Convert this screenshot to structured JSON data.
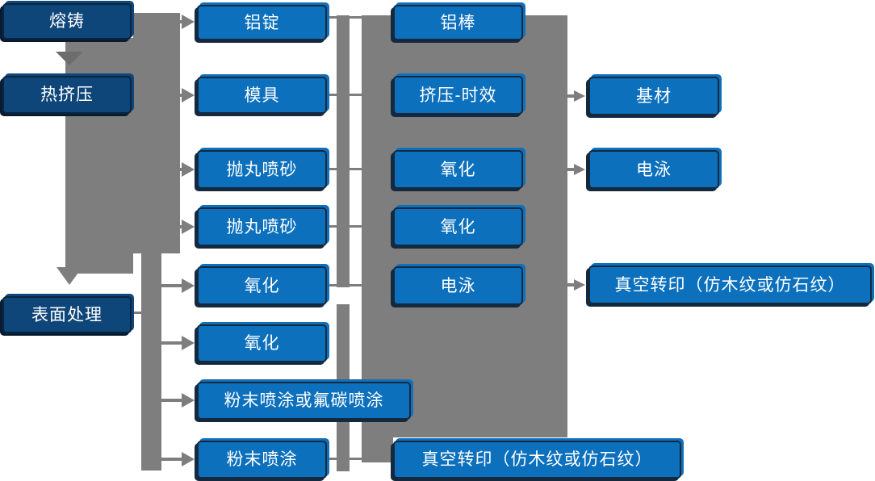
{
  "diagram": {
    "description_labels": [],
    "colors": {
      "node_blue": "#0C70BD",
      "node_navy": "#0F4679",
      "node_border": "#15293E",
      "connector_gray": "#7E7E7E",
      "arrow_dark_gray": "#6D6D6D",
      "text": "#FFFFFF",
      "background": "#FFFFFF"
    },
    "nodes": [
      {
        "id": "melting-casting",
        "label": "熔铸",
        "variant": "primary"
      },
      {
        "id": "hot-extrusion",
        "label": "热挤压",
        "variant": "primary"
      },
      {
        "id": "surface-treatment",
        "label": "表面处理",
        "variant": "primary"
      },
      {
        "id": "aluminum-ingot",
        "label": "铝锭",
        "variant": "accent"
      },
      {
        "id": "mold",
        "label": "模具",
        "variant": "accent"
      },
      {
        "id": "shot-blasting-1",
        "label": "抛丸喷砂",
        "variant": "accent"
      },
      {
        "id": "shot-blasting-2",
        "label": "抛丸喷砂",
        "variant": "accent"
      },
      {
        "id": "oxidation-1",
        "label": "氧化",
        "variant": "accent"
      },
      {
        "id": "oxidation-2",
        "label": "氧化",
        "variant": "accent"
      },
      {
        "id": "powder-or-fluorocarbon-coating",
        "label": "粉末喷涂或氟碳喷涂",
        "variant": "accent"
      },
      {
        "id": "powder-coating",
        "label": "粉末喷涂",
        "variant": "accent"
      },
      {
        "id": "aluminum-rod",
        "label": "铝棒",
        "variant": "accent"
      },
      {
        "id": "extrusion-aging",
        "label": "挤压-时效",
        "variant": "accent"
      },
      {
        "id": "oxidation-3",
        "label": "氧化",
        "variant": "accent"
      },
      {
        "id": "oxidation-4",
        "label": "氧化",
        "variant": "accent"
      },
      {
        "id": "electrophoresis-1",
        "label": "电泳",
        "variant": "accent"
      },
      {
        "id": "vacuum-transfer-print-bottom",
        "label": "真空转印（仿木纹或仿石纹）",
        "variant": "accent"
      },
      {
        "id": "substrate",
        "label": "基材",
        "variant": "accent"
      },
      {
        "id": "electrophoresis-2",
        "label": "电泳",
        "variant": "accent"
      },
      {
        "id": "vacuum-transfer-print-right",
        "label": "真空转印（仿木纹或仿石纹）",
        "variant": "accent"
      }
    ]
  }
}
